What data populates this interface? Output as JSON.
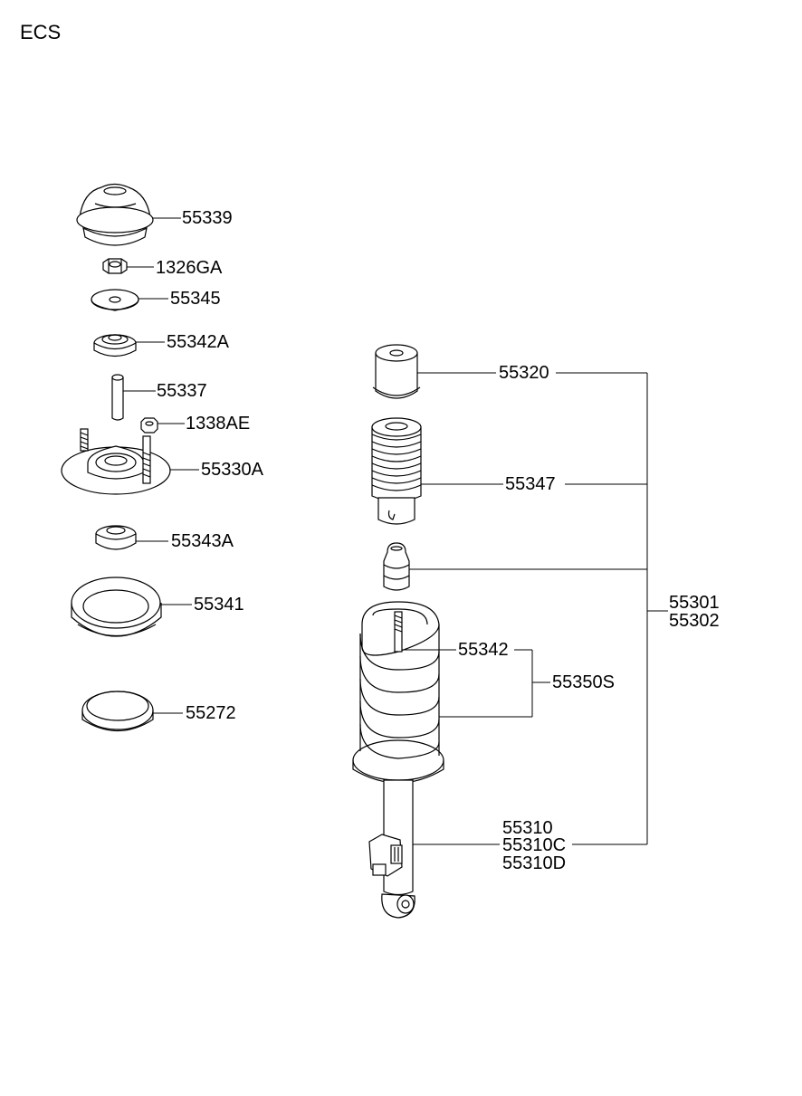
{
  "title": "ECS",
  "labels": {
    "p55339": "55339",
    "p1326GA": "1326GA",
    "p55345": "55345",
    "p55342A": "55342A",
    "p55337": "55337",
    "p1338AE": "1338AE",
    "p55330A": "55330A",
    "p55343A": "55343A",
    "p55341": "55341",
    "p55272": "55272",
    "p55320": "55320",
    "p55347": "55347",
    "p55301": "55301",
    "p55302": "55302",
    "p55342": "55342",
    "p55350S": "55350S",
    "p55310": "55310",
    "p55310C": "55310C",
    "p55310D": "55310D"
  }
}
